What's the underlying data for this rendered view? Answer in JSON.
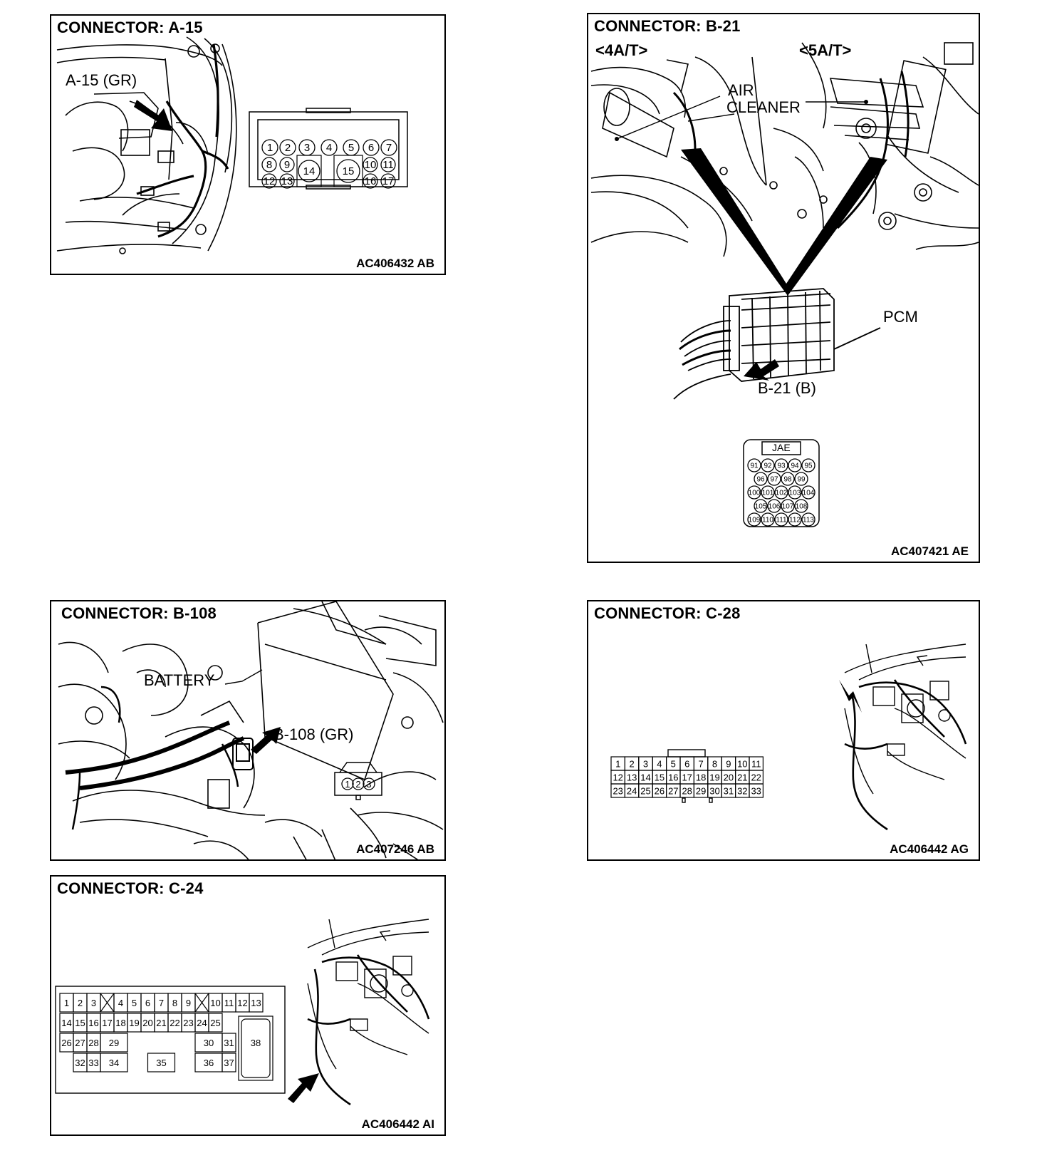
{
  "panels": {
    "a15": {
      "title": "CONNECTOR: A-15",
      "label": "A-15 (GR)",
      "code": "AC406432 AB",
      "pins": [
        "1",
        "2",
        "3",
        "4",
        "5",
        "6",
        "7",
        "8",
        "9",
        "10",
        "11",
        "12",
        "13",
        "14",
        "15",
        "16",
        "17"
      ]
    },
    "b21": {
      "title": "CONNECTOR: B-21",
      "label_4at": "<4A/T>",
      "label_5at": "<5A/T>",
      "label_air": "AIR",
      "label_cleaner": "CLEANER",
      "label_pcm": "PCM",
      "label_conn": "B-21 (B)",
      "jae": "JAE",
      "code": "AC407421 AE",
      "pins": [
        "91",
        "92",
        "93",
        "94",
        "95",
        "96",
        "97",
        "98",
        "99",
        "100",
        "101",
        "102",
        "103",
        "104",
        "105",
        "106",
        "107",
        "108",
        "109",
        "110",
        "111",
        "112",
        "113"
      ]
    },
    "b108": {
      "title": "CONNECTOR: B-108",
      "label_battery": "BATTERY",
      "label_conn": "B-108 (GR)",
      "code": "AC407246 AB",
      "pins": [
        "1",
        "2",
        "3"
      ]
    },
    "c28": {
      "title": "CONNECTOR: C-28",
      "code": "AC406442 AG",
      "pins": [
        "1",
        "2",
        "3",
        "4",
        "5",
        "6",
        "7",
        "8",
        "9",
        "10",
        "11",
        "12",
        "13",
        "14",
        "15",
        "16",
        "17",
        "18",
        "19",
        "20",
        "21",
        "22",
        "23",
        "24",
        "25",
        "26",
        "27",
        "28",
        "29",
        "30",
        "31",
        "32",
        "33"
      ]
    },
    "c24": {
      "title": "CONNECTOR: C-24",
      "code": "AC406442 AI",
      "pins": [
        "1",
        "2",
        "3",
        "4",
        "5",
        "6",
        "7",
        "8",
        "9",
        "10",
        "11",
        "12",
        "13",
        "14",
        "15",
        "16",
        "17",
        "18",
        "19",
        "20",
        "21",
        "22",
        "23",
        "24",
        "25",
        "26",
        "27",
        "28",
        "29",
        "30",
        "31",
        "32",
        "33",
        "34",
        "35",
        "36",
        "37",
        "38"
      ]
    }
  }
}
